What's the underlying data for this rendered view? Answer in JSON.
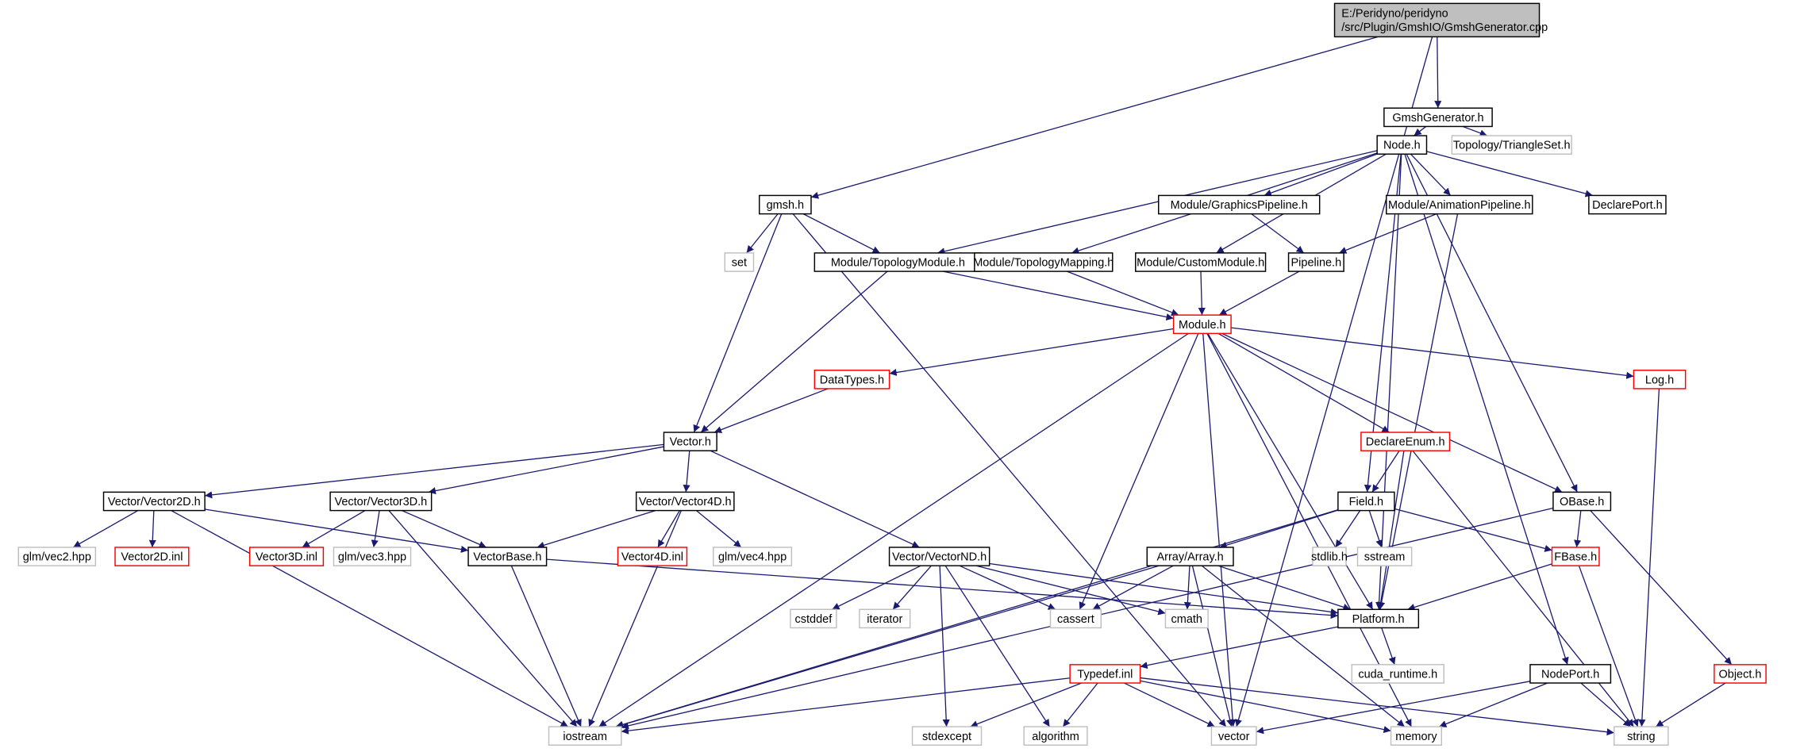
{
  "colors": {
    "edge": "#191970",
    "normal_border": "#000000",
    "red_border": "#ff0000",
    "gray_border": "#bfbfbf",
    "root_fill": "#bfbfbf"
  },
  "root": {
    "id": "root",
    "lines": [
      "E:/Peridyno/peridyno",
      "/src/Plugin/GmshIO/GmshGenerator.cpp"
    ]
  },
  "nodes": [
    {
      "id": "gmshgen",
      "label": "GmshGenerator.h",
      "kind": "normal"
    },
    {
      "id": "triset",
      "label": "Topology/TriangleSet.h",
      "kind": "gray"
    },
    {
      "id": "node",
      "label": "Node.h",
      "kind": "normal"
    },
    {
      "id": "gmsh",
      "label": "gmsh.h",
      "kind": "normal"
    },
    {
      "id": "graphpipe",
      "label": "Module/GraphicsPipeline.h",
      "kind": "normal"
    },
    {
      "id": "animpipe",
      "label": "Module/AnimationPipeline.h",
      "kind": "normal"
    },
    {
      "id": "declport",
      "label": "DeclarePort.h",
      "kind": "normal"
    },
    {
      "id": "set",
      "label": "set",
      "kind": "gray"
    },
    {
      "id": "topomod",
      "label": "Module/TopologyModule.h",
      "kind": "normal"
    },
    {
      "id": "topomap",
      "label": "Module/TopologyMapping.h",
      "kind": "normal"
    },
    {
      "id": "custmod",
      "label": "Module/CustomModule.h",
      "kind": "normal"
    },
    {
      "id": "pipeline",
      "label": "Pipeline.h",
      "kind": "normal"
    },
    {
      "id": "module",
      "label": "Module.h",
      "kind": "red"
    },
    {
      "id": "datatypes",
      "label": "DataTypes.h",
      "kind": "red"
    },
    {
      "id": "log",
      "label": "Log.h",
      "kind": "red"
    },
    {
      "id": "vector_h",
      "label": "Vector.h",
      "kind": "normal"
    },
    {
      "id": "declenum",
      "label": "DeclareEnum.h",
      "kind": "red"
    },
    {
      "id": "field",
      "label": "Field.h",
      "kind": "normal"
    },
    {
      "id": "obase",
      "label": "OBase.h",
      "kind": "normal"
    },
    {
      "id": "v2d",
      "label": "Vector/Vector2D.h",
      "kind": "normal"
    },
    {
      "id": "v3d",
      "label": "Vector/Vector3D.h",
      "kind": "normal"
    },
    {
      "id": "v4d",
      "label": "Vector/Vector4D.h",
      "kind": "normal"
    },
    {
      "id": "vec2hpp",
      "label": "glm/vec2.hpp",
      "kind": "gray"
    },
    {
      "id": "v2inl",
      "label": "Vector2D.inl",
      "kind": "red"
    },
    {
      "id": "v3inl",
      "label": "Vector3D.inl",
      "kind": "red"
    },
    {
      "id": "vec3hpp",
      "label": "glm/vec3.hpp",
      "kind": "gray"
    },
    {
      "id": "vbase",
      "label": "VectorBase.h",
      "kind": "normal"
    },
    {
      "id": "v4inl",
      "label": "Vector4D.inl",
      "kind": "red"
    },
    {
      "id": "vec4hpp",
      "label": "glm/vec4.hpp",
      "kind": "gray"
    },
    {
      "id": "stdlib",
      "label": "stdlib.h",
      "kind": "gray"
    },
    {
      "id": "sstream",
      "label": "sstream",
      "kind": "gray"
    },
    {
      "id": "fbase",
      "label": "FBase.h",
      "kind": "red"
    },
    {
      "id": "array",
      "label": "Array/Array.h",
      "kind": "normal"
    },
    {
      "id": "vnd",
      "label": "Vector/VectorND.h",
      "kind": "normal"
    },
    {
      "id": "cstddef",
      "label": "cstddef",
      "kind": "gray"
    },
    {
      "id": "iterator",
      "label": "iterator",
      "kind": "gray"
    },
    {
      "id": "cassert",
      "label": "cassert",
      "kind": "gray"
    },
    {
      "id": "cmath",
      "label": "cmath",
      "kind": "gray"
    },
    {
      "id": "platform",
      "label": "Platform.h",
      "kind": "normal"
    },
    {
      "id": "cuda",
      "label": "cuda_runtime.h",
      "kind": "gray"
    },
    {
      "id": "typedef",
      "label": "Typedef.inl",
      "kind": "red"
    },
    {
      "id": "nodeport",
      "label": "NodePort.h",
      "kind": "normal"
    },
    {
      "id": "object",
      "label": "Object.h",
      "kind": "red"
    },
    {
      "id": "iostream",
      "label": "iostream",
      "kind": "gray"
    },
    {
      "id": "stdexcept",
      "label": "stdexcept",
      "kind": "gray"
    },
    {
      "id": "algorithm",
      "label": "algorithm",
      "kind": "gray"
    },
    {
      "id": "vector",
      "label": "vector",
      "kind": "gray"
    },
    {
      "id": "memory",
      "label": "memory",
      "kind": "gray"
    },
    {
      "id": "string",
      "label": "string",
      "kind": "gray"
    }
  ],
  "edges": [
    [
      "root",
      "gmshgen"
    ],
    [
      "root",
      "gmsh"
    ],
    [
      "root",
      "vector"
    ],
    [
      "gmshgen",
      "node"
    ],
    [
      "gmshgen",
      "triset"
    ],
    [
      "node",
      "topomod"
    ],
    [
      "node",
      "topomap"
    ],
    [
      "node",
      "custmod"
    ],
    [
      "node",
      "graphpipe"
    ],
    [
      "node",
      "animpipe"
    ],
    [
      "node",
      "declport"
    ],
    [
      "node",
      "field"
    ],
    [
      "node",
      "platform"
    ],
    [
      "node",
      "obase"
    ],
    [
      "node",
      "nodeport"
    ],
    [
      "gmsh",
      "set"
    ],
    [
      "gmsh",
      "topomod"
    ],
    [
      "gmsh",
      "vector_h"
    ],
    [
      "gmsh",
      "vector"
    ],
    [
      "graphpipe",
      "pipeline"
    ],
    [
      "animpipe",
      "pipeline"
    ],
    [
      "animpipe",
      "platform"
    ],
    [
      "topomod",
      "module"
    ],
    [
      "topomod",
      "vector_h"
    ],
    [
      "topomap",
      "module"
    ],
    [
      "custmod",
      "module"
    ],
    [
      "pipeline",
      "module"
    ],
    [
      "module",
      "datatypes"
    ],
    [
      "module",
      "log"
    ],
    [
      "module",
      "declenum"
    ],
    [
      "module",
      "obase"
    ],
    [
      "module",
      "iostream"
    ],
    [
      "module",
      "cassert"
    ],
    [
      "module",
      "vector"
    ],
    [
      "module",
      "platform"
    ],
    [
      "module",
      "memory"
    ],
    [
      "datatypes",
      "vector_h"
    ],
    [
      "log",
      "string"
    ],
    [
      "vector_h",
      "v2d"
    ],
    [
      "vector_h",
      "v3d"
    ],
    [
      "vector_h",
      "v4d"
    ],
    [
      "vector_h",
      "vnd"
    ],
    [
      "declenum",
      "field"
    ],
    [
      "declenum",
      "platform"
    ],
    [
      "declenum",
      "string"
    ],
    [
      "field",
      "iostream"
    ],
    [
      "field",
      "array"
    ],
    [
      "field",
      "stdlib"
    ],
    [
      "field",
      "sstream"
    ],
    [
      "field",
      "fbase"
    ],
    [
      "obase",
      "fbase"
    ],
    [
      "obase",
      "object"
    ],
    [
      "obase",
      "iostream"
    ],
    [
      "v2d",
      "vec2hpp"
    ],
    [
      "v2d",
      "v2inl"
    ],
    [
      "v2d",
      "vbase"
    ],
    [
      "v2d",
      "iostream"
    ],
    [
      "v3d",
      "v3inl"
    ],
    [
      "v3d",
      "vec3hpp"
    ],
    [
      "v3d",
      "vbase"
    ],
    [
      "v3d",
      "iostream"
    ],
    [
      "v4d",
      "vbase"
    ],
    [
      "v4d",
      "v4inl"
    ],
    [
      "v4d",
      "vec4hpp"
    ],
    [
      "v4d",
      "iostream"
    ],
    [
      "vbase",
      "iostream"
    ],
    [
      "vbase",
      "platform"
    ],
    [
      "vnd",
      "cstddef"
    ],
    [
      "vnd",
      "iterator"
    ],
    [
      "vnd",
      "cassert"
    ],
    [
      "vnd",
      "cmath"
    ],
    [
      "vnd",
      "platform"
    ],
    [
      "vnd",
      "stdexcept"
    ],
    [
      "vnd",
      "algorithm"
    ],
    [
      "array",
      "cassert"
    ],
    [
      "array",
      "cmath"
    ],
    [
      "array",
      "platform"
    ],
    [
      "array",
      "vector"
    ],
    [
      "array",
      "memory"
    ],
    [
      "array",
      "iostream"
    ],
    [
      "fbase",
      "platform"
    ],
    [
      "fbase",
      "string"
    ],
    [
      "platform",
      "typedef"
    ],
    [
      "platform",
      "cuda"
    ],
    [
      "typedef",
      "iostream"
    ],
    [
      "typedef",
      "stdexcept"
    ],
    [
      "typedef",
      "algorithm"
    ],
    [
      "typedef",
      "vector"
    ],
    [
      "typedef",
      "memory"
    ],
    [
      "typedef",
      "string"
    ],
    [
      "nodeport",
      "vector"
    ],
    [
      "nodeport",
      "memory"
    ],
    [
      "nodeport",
      "string"
    ],
    [
      "object",
      "string"
    ]
  ]
}
